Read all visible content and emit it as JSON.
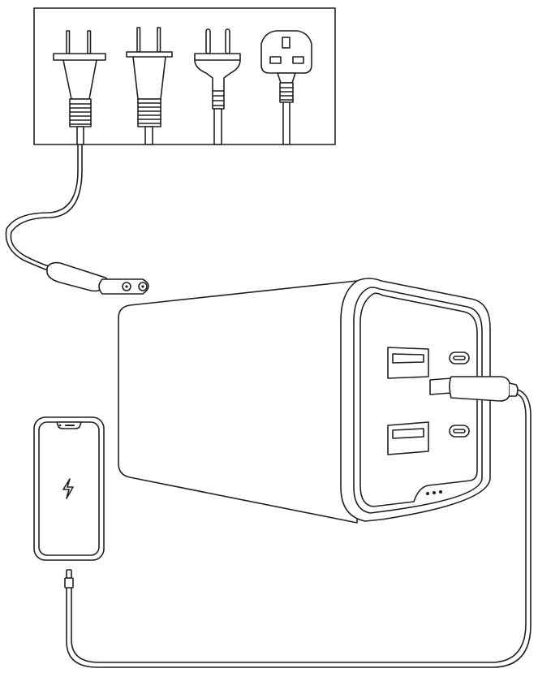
{
  "diagram": {
    "plug_types": [
      {
        "name": "plug-type-a"
      },
      {
        "name": "plug-type-b"
      },
      {
        "name": "plug-type-c"
      },
      {
        "name": "plug-type-g"
      }
    ],
    "device": "power-station",
    "ports": [
      {
        "name": "usb-a-port-top"
      },
      {
        "name": "usb-c-port-top"
      },
      {
        "name": "usb-a-port-bottom"
      },
      {
        "name": "usb-c-port-bottom"
      }
    ],
    "indicator_lights": 3,
    "phone_screen_icon": "lightning-bolt-icon",
    "colors": {
      "line": "#231f20",
      "background": "#ffffff"
    }
  }
}
